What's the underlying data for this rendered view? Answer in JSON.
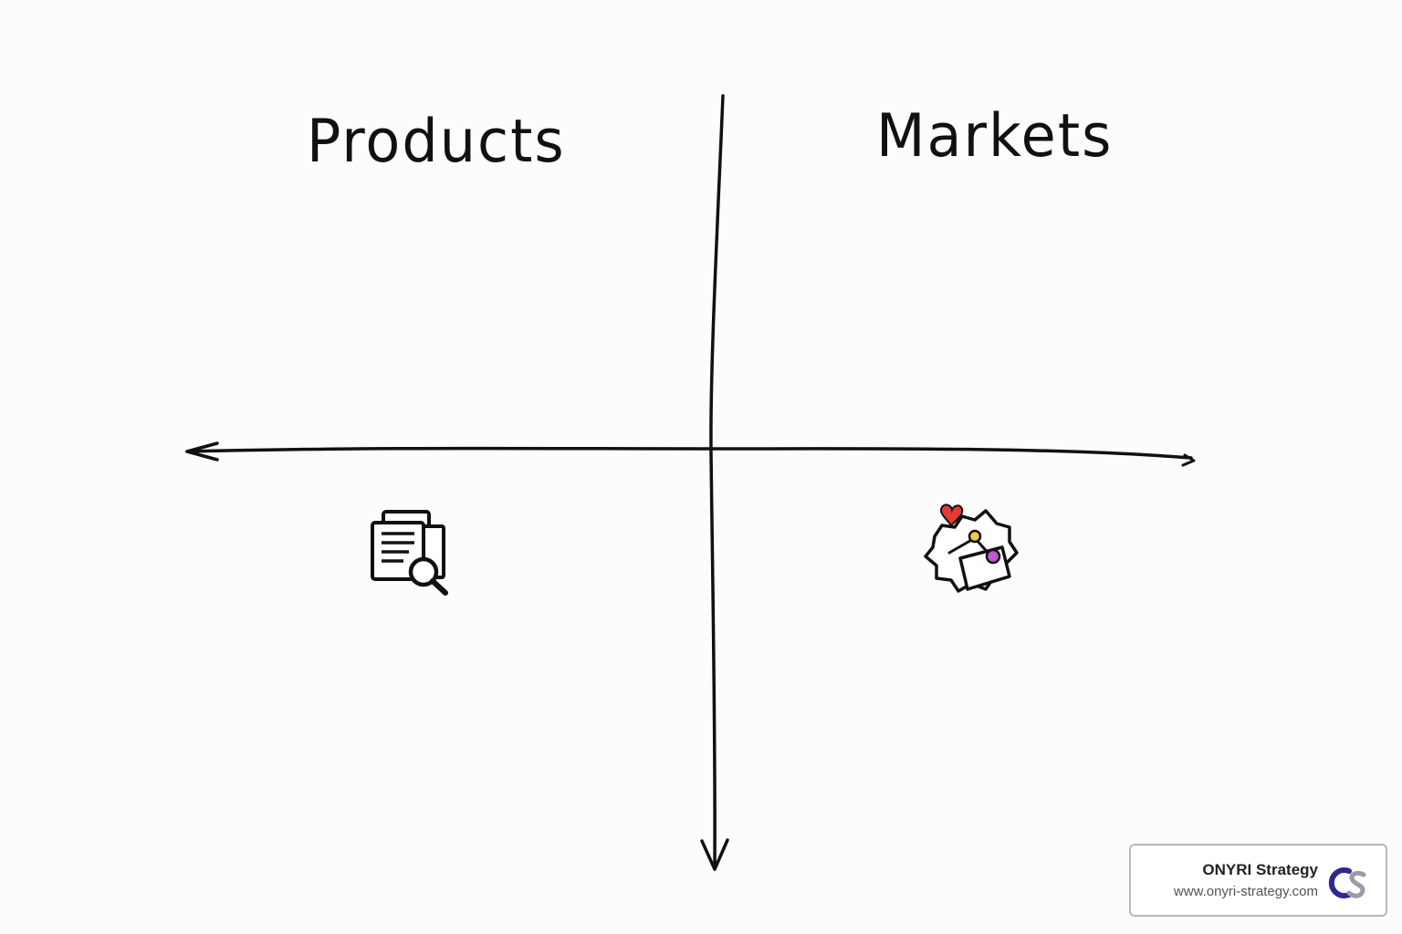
{
  "diagram": {
    "quadrant_labels": {
      "top_left": "Products",
      "top_right": "Markets"
    },
    "icons": {
      "bottom_left": "document-search-icon",
      "bottom_right": "social-network-icon"
    },
    "axes": {
      "horizontal": "left-pointing-arrow",
      "vertical": "down-pointing-arrow"
    }
  },
  "brand": {
    "name": "ONYRI Strategy",
    "url": "www.onyri-strategy.com",
    "logo_icon": "onyri-logo-icon",
    "colors": {
      "logo_primary": "#2c2a8c",
      "logo_secondary": "#9a9aa8"
    }
  },
  "colors": {
    "ink": "#111111",
    "heart": "#e53935",
    "dot_yellow": "#f2c94c",
    "dot_purple": "#c157d6"
  }
}
